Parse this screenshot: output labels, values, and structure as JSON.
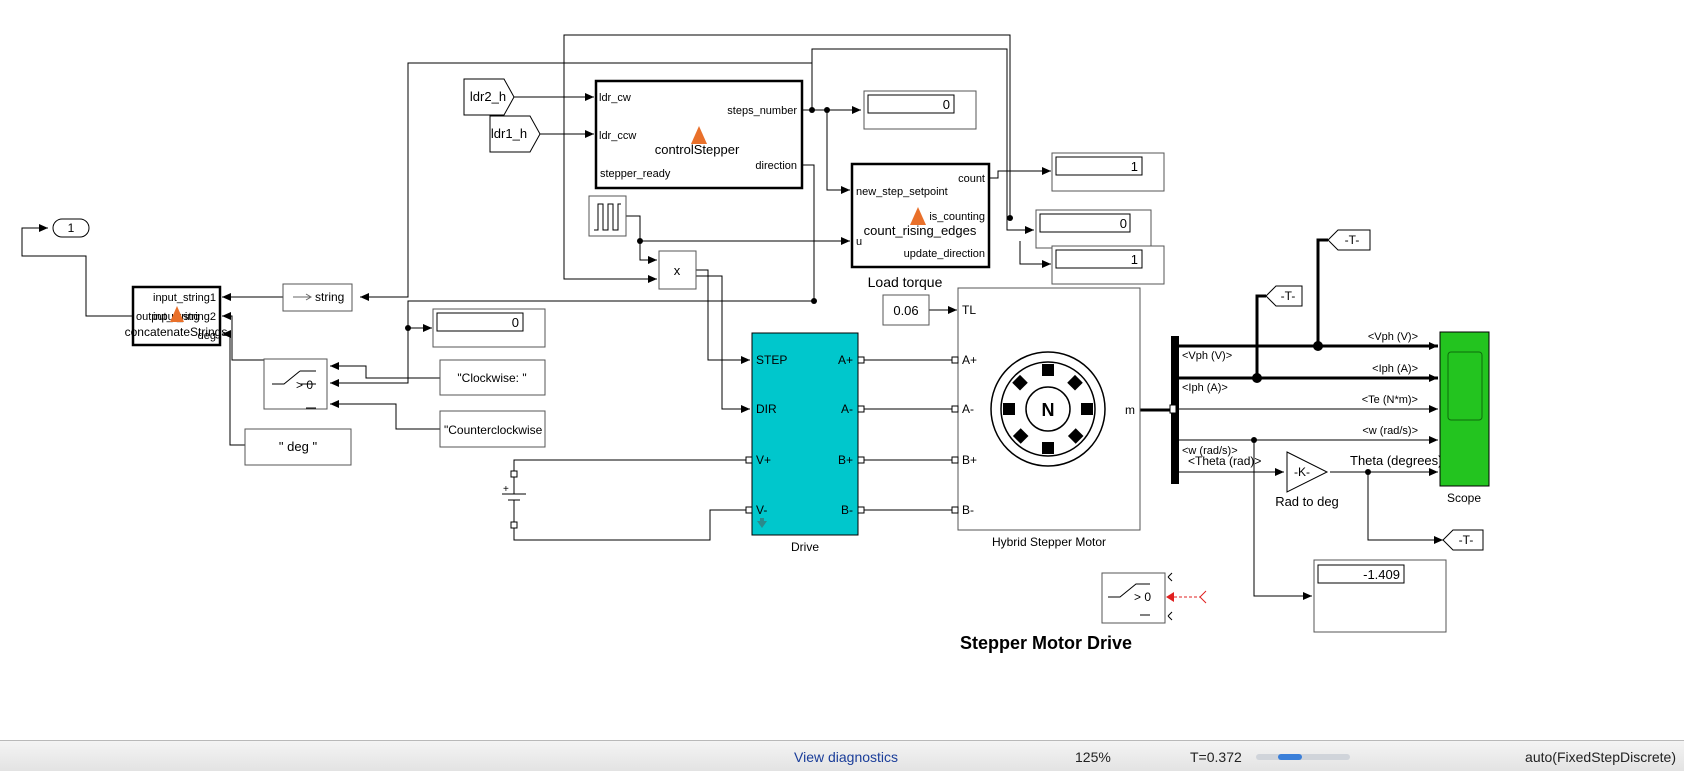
{
  "model": {
    "title": "Stepper Motor Drive",
    "goto_inputs": [
      "ldr2_h",
      "ldr1_h"
    ],
    "control_stepper": {
      "name": "controlStepper",
      "inputs": [
        "ldr_cw",
        "ldr_ccw",
        "stepper_ready"
      ],
      "outputs": [
        "steps_number",
        "direction"
      ]
    },
    "count_rising_edges": {
      "name": "count_rising_edges",
      "inputs": [
        "new_step_setpoint",
        "u"
      ],
      "outputs": [
        "count",
        "is_counting",
        "update_direction"
      ]
    },
    "displays": {
      "steps": "0",
      "count": "1",
      "is_counting": "0",
      "update_direction": "1",
      "direction": "0",
      "theta": "-1.409"
    },
    "concatenate": {
      "name": "concatenateStrings",
      "ports_in": [
        "input_string1",
        "input_string2",
        "deg"
      ],
      "port_out": "output_string"
    },
    "outport": "1",
    "to_string": "string",
    "product": "x",
    "switch_label": "> 0",
    "constants": {
      "clockwise": "\"Clockwise: \"",
      "counterclockwise": "\"Counterclockwise",
      "deg": "\" deg \"",
      "load_torque_value": "0.06"
    },
    "load_torque_label": "Load torque",
    "drive": {
      "name": "Drive",
      "left_ports": [
        "STEP",
        "DIR",
        "V+",
        "V-"
      ],
      "right_ports": [
        "A+",
        "A-",
        "B+",
        "B-"
      ]
    },
    "motor": {
      "name": "Hybrid Stepper Motor",
      "ports": [
        "TL",
        "A+",
        "A-",
        "B+",
        "B-"
      ],
      "out_port": "m",
      "rotor_letter": "N"
    },
    "signals": [
      "<Vph (V)>",
      "<Iph (A)>",
      "<Te (N*m)>",
      "<w (rad/s)>",
      "Theta (degrees)"
    ],
    "bus_labels": [
      "<Vph (V)>",
      "<Iph (A)>",
      "<w (rad/s)>",
      "<Theta (rad)>"
    ],
    "gain": {
      "label": "-K-",
      "name": "Rad to deg"
    },
    "goto_tags": [
      "-T-",
      "-T-",
      "-T-"
    ],
    "scope": "Scope"
  },
  "statusbar": {
    "view_diagnostics": "View diagnostics",
    "zoom": "125%",
    "time": "T=0.372",
    "solver": "auto(FixedStepDiscrete)",
    "progress_fraction": 0.5
  },
  "colors": {
    "drive_fill": "#00c7cc",
    "scope_fill": "#23c41f",
    "link_blue": "#1a3d99"
  }
}
